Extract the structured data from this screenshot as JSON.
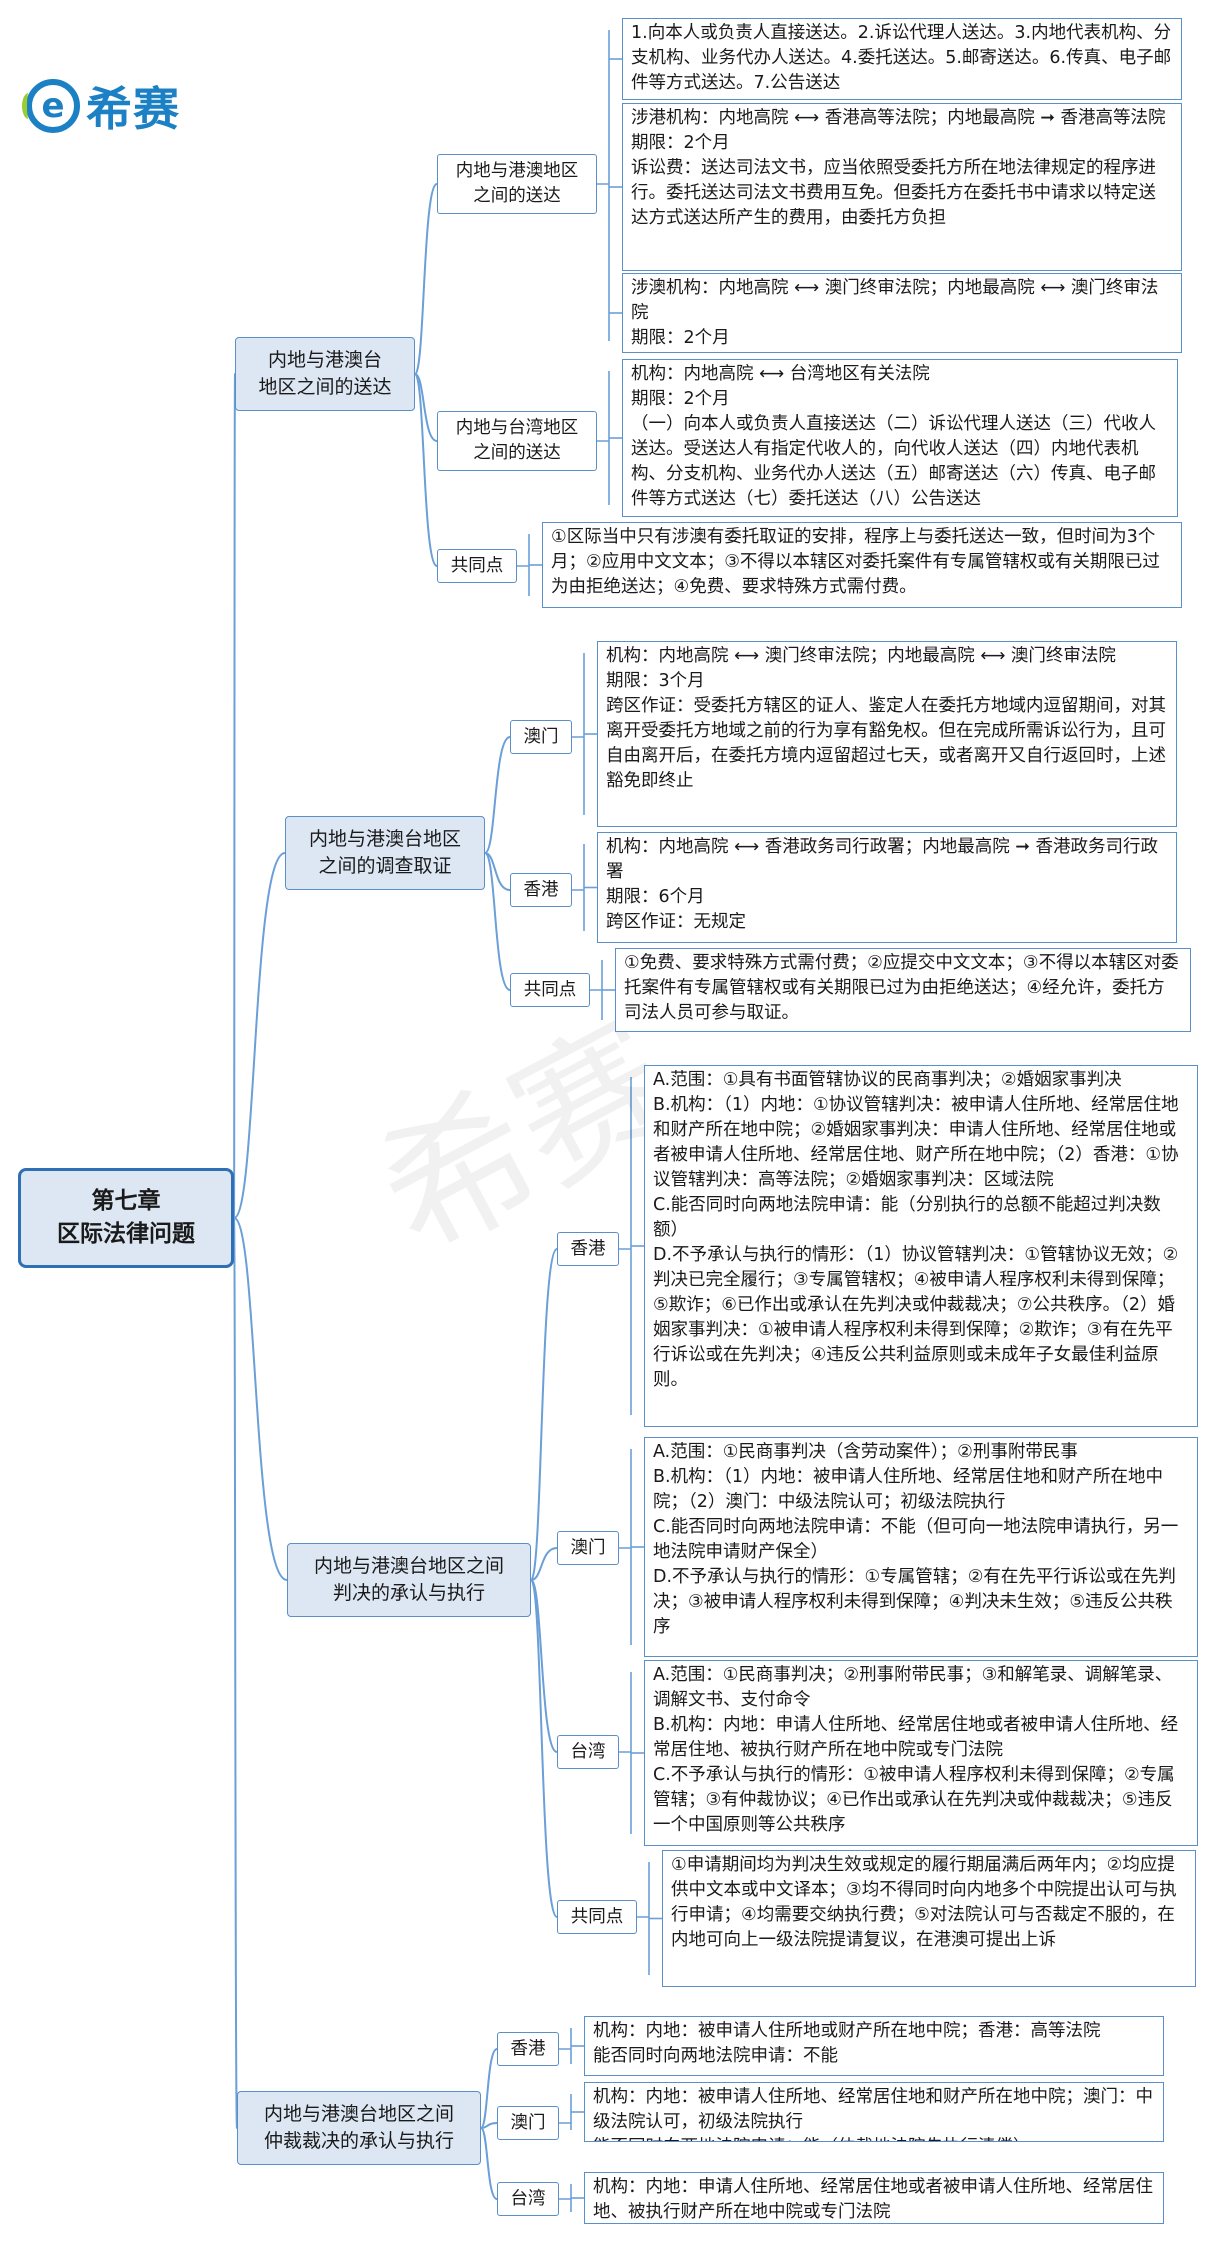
{
  "brand": {
    "icon": "e-logo-icon",
    "name": "希赛"
  },
  "watermark": "希赛",
  "colors": {
    "line": "#6a9fd8",
    "border": "#5b8fc7",
    "node_fill": "#dde7f3",
    "root_border": "#2e6fb5",
    "brand": "#1c80c4"
  },
  "root": {
    "line1": "第七章",
    "line2": "区际法律问题"
  },
  "sections": [
    {
      "label": "内地与港澳台\n地区之间的送达",
      "children": [
        {
          "label": "内地与港澳地区\n之间的送达",
          "leaves": [
            "1.向本人或负责人直接送达。2.诉讼代理人送达。3.内地代表机构、分支机构、业务代办人送达。4.委托送达。5.邮寄送达。6.传真、电子邮件等方式送达。7.公告送达",
            "涉港机构：内地高院 ⟷ 香港高等法院；内地最高院 ➞ 香港高等法院\n期限：2个月\n诉讼费：送达司法文书，应当依照受委托方所在地法律规定的程序进行。委托送达司法文书费用互免。但委托方在委托书中请求以特定送达方式送达所产生的费用，由委托方负担",
            "涉澳机构：内地高院 ⟷ 澳门终审法院；内地最高院 ⟷ 澳门终审法院\n期限：2个月"
          ]
        },
        {
          "label": "内地与台湾地区\n之间的送达",
          "leaves": [
            "机构：内地高院 ⟷ 台湾地区有关法院\n期限：2个月\n（一）向本人或负责人直接送达（二）诉讼代理人送达（三）代收人送达。受送达人有指定代收人的，向代收人送达（四）内地代表机构、分支机构、业务代办人送达（五）邮寄送达（六）传真、电子邮件等方式送达（七）委托送达（八）公告送达"
          ]
        },
        {
          "label": "共同点",
          "leaves": [
            "①区际当中只有涉澳有委托取证的安排，程序上与委托送达一致，但时间为3个月；②应用中文文本；③不得以本辖区对委托案件有专属管辖权或有关期限已过为由拒绝送达；④免费、要求特殊方式需付费。"
          ]
        }
      ]
    },
    {
      "label": "内地与港澳台地区\n之间的调查取证",
      "children": [
        {
          "label": "澳门",
          "leaves": [
            "机构：内地高院 ⟷ 澳门终审法院；内地最高院 ⟷ 澳门终审法院\n期限：3个月\n跨区作证：受委托方辖区的证人、鉴定人在委托方地域内逗留期间，对其离开受委托方地域之前的行为享有豁免权。但在完成所需诉讼行为，且可自由离开后，在委托方境内逗留超过七天，或者离开又自行返回时，上述豁免即终止"
          ]
        },
        {
          "label": "香港",
          "leaves": [
            "机构：内地高院 ⟷ 香港政务司行政署；内地最高院 ➞ 香港政务司行政署\n期限：6个月\n跨区作证：无规定"
          ]
        },
        {
          "label": "共同点",
          "leaves": [
            "①免费、要求特殊方式需付费；②应提交中文文本；③不得以本辖区对委托案件有专属管辖权或有关期限已过为由拒绝送达；④经允许，委托方司法人员可参与取证。"
          ]
        }
      ]
    },
    {
      "label": "内地与港澳台地区之间\n判决的承认与执行",
      "children": [
        {
          "label": "香港",
          "leaves": [
            "A.范围：①具有书面管辖协议的民商事判决；②婚姻家事判决\nB.机构：（1）内地：①协议管辖判决：被申请人住所地、经常居住地和财产所在地中院；②婚姻家事判决：申请人住所地、经常居住地或者被申请人住所地、经常居住地、财产所在地中院；（2）香港：①协议管辖判决：高等法院；②婚姻家事判决：区域法院\nC.能否同时向两地法院申请：能（分别执行的总额不能超过判决数额）\nD.不予承认与执行的情形：（1）协议管辖判决：①管辖协议无效；②判决已完全履行；③专属管辖权；④被申请人程序权利未得到保障；⑤欺诈；⑥已作出或承认在先判决或仲裁裁决；⑦公共秩序。（2）婚姻家事判决：①被申请人程序权利未得到保障；②欺诈；③有在先平行诉讼或在先判决；④违反公共利益原则或未成年子女最佳利益原则。"
          ]
        },
        {
          "label": "澳门",
          "leaves": [
            "A.范围：①民商事判决（含劳动案件）；②刑事附带民事\nB.机构：（1）内地：被申请人住所地、经常居住地和财产所在地中院；（2）澳门：中级法院认可；初级法院执行\nC.能否同时向两地法院申请：不能（但可向一地法院申请执行，另一地法院申请财产保全）\nD.不予承认与执行的情形：①专属管辖；②有在先平行诉讼或在先判决；③被申请人程序权利未得到保障；④判决未生效；⑤违反公共秩序"
          ]
        },
        {
          "label": "台湾",
          "leaves": [
            "A.范围：①民商事判决；②刑事附带民事；③和解笔录、调解笔录、调解文书、支付命令\nB.机构：内地：申请人住所地、经常居住地或者被申请人住所地、经常居住地、被执行财产所在地中院或专门法院\nC.不予承认与执行的情形：①被申请人程序权利未得到保障；②专属管辖；③有仲裁协议；④已作出或承认在先判决或仲裁裁决；⑤违反一个中国原则等公共秩序"
          ]
        },
        {
          "label": "共同点",
          "leaves": [
            "①申请期间均为判决生效或规定的履行期届满后两年内；②均应提供中文本或中文译本；③均不得同时向内地多个中院提出认可与执行申请；④均需要交纳执行费；⑤对法院认可与否裁定不服的，在内地可向上一级法院提请复议，在港澳可提出上诉"
          ]
        }
      ]
    },
    {
      "label": "内地与港澳台地区之间\n仲裁裁决的承认与执行",
      "children": [
        {
          "label": "香港",
          "leaves": [
            "机构：内地：被申请人住所地或财产所在地中院；香港：高等法院\n能否同时向两地法院申请：不能"
          ]
        },
        {
          "label": "澳门",
          "leaves": [
            "机构：内地：被申请人住所地、经常居住地和财产所在地中院；澳门：中级法院认可，初级法院执行\n能否同时向两地法院申请：能（仲裁地法院先执行清偿）"
          ]
        },
        {
          "label": "台湾",
          "leaves": [
            "机构：内地：申请人住所地、经常居住地或者被申请人住所地、经常居住地、被执行财产所在地中院或专门法院"
          ]
        }
      ]
    }
  ]
}
